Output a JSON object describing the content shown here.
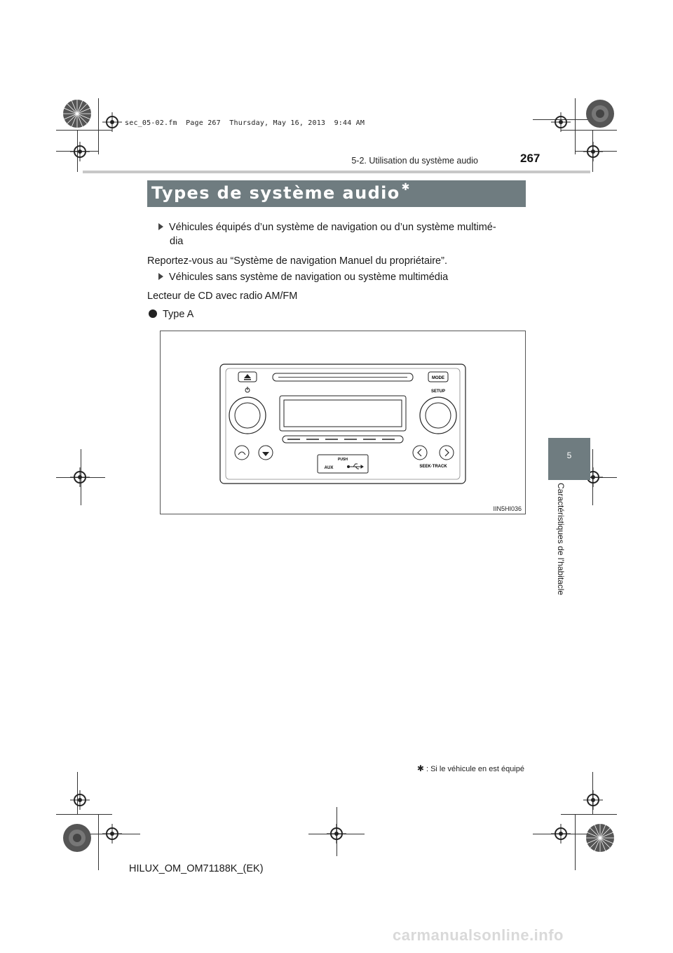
{
  "file_info": "sec_05-02.fm  Page 267  Thursday, May 16, 2013  9:44 AM",
  "header": {
    "section": "5-2. Utilisation du système audio",
    "page_number": "267"
  },
  "title": {
    "text": "Types de système audio",
    "marker": "✱"
  },
  "body": [
    {
      "type": "bullet-triangle",
      "text": "Véhicules équipés d’un système de navigation ou d’un système multimé-"
    },
    {
      "type": "continuation",
      "text": "dia"
    },
    {
      "type": "paragraph",
      "text": "Reportez-vous au “Système de navigation Manuel du propriétaire”."
    },
    {
      "type": "bullet-triangle",
      "text": "Véhicules sans système de navigation ou système multimédia"
    },
    {
      "type": "paragraph",
      "text": "Lecteur de CD avec radio AM/FM"
    },
    {
      "type": "bullet-dot",
      "text": "Type A"
    }
  ],
  "figure": {
    "code": "IIN5HI036",
    "labels": {
      "mode": "MODE",
      "setup": "SETUP",
      "push": "PUSH",
      "aux": "AUX",
      "seek_track": "SEEK·TRACK"
    }
  },
  "side_tab": {
    "number": "5",
    "label": "Caractéristiques de l’habitacle"
  },
  "footnote": {
    "marker": "✱",
    "text": ": Si le véhicule en est équipé"
  },
  "footer": {
    "code": "HILUX_OM_OM71188K_(EK)"
  },
  "watermark": "carmanualsonline.info"
}
